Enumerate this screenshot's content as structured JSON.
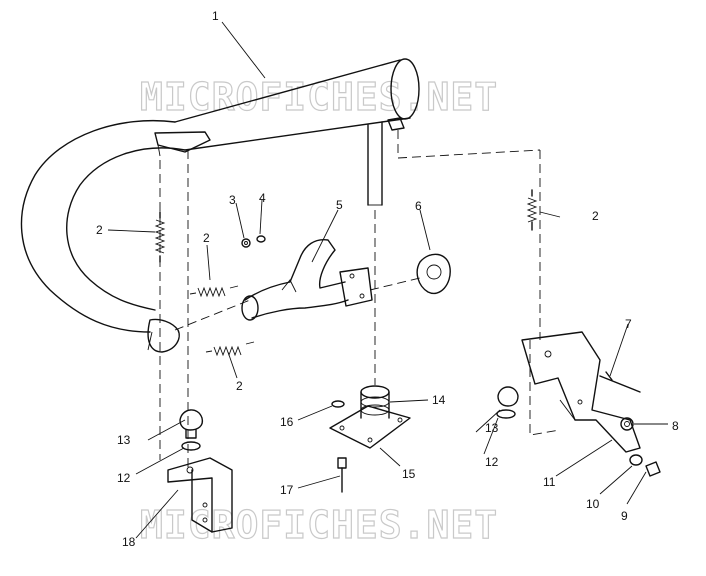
{
  "watermark": {
    "top": "MICROFICHES.NET",
    "bottom": "MICROFICHES.NET"
  },
  "callouts": [
    {
      "id": "c1",
      "label": "1"
    },
    {
      "id": "c2a",
      "label": "2"
    },
    {
      "id": "c2b",
      "label": "2"
    },
    {
      "id": "c2c",
      "label": "2"
    },
    {
      "id": "c2d",
      "label": "2"
    },
    {
      "id": "c3",
      "label": "3"
    },
    {
      "id": "c4",
      "label": "4"
    },
    {
      "id": "c5",
      "label": "5"
    },
    {
      "id": "c6",
      "label": "6"
    },
    {
      "id": "c7",
      "label": "7"
    },
    {
      "id": "c8",
      "label": "8"
    },
    {
      "id": "c9",
      "label": "9"
    },
    {
      "id": "c10",
      "label": "10"
    },
    {
      "id": "c11",
      "label": "11"
    },
    {
      "id": "c12a",
      "label": "12"
    },
    {
      "id": "c12b",
      "label": "12"
    },
    {
      "id": "c13a",
      "label": "13"
    },
    {
      "id": "c13b",
      "label": "13"
    },
    {
      "id": "c14",
      "label": "14"
    },
    {
      "id": "c15",
      "label": "15"
    },
    {
      "id": "c16",
      "label": "16"
    },
    {
      "id": "c17",
      "label": "17"
    },
    {
      "id": "c18",
      "label": "18"
    }
  ]
}
